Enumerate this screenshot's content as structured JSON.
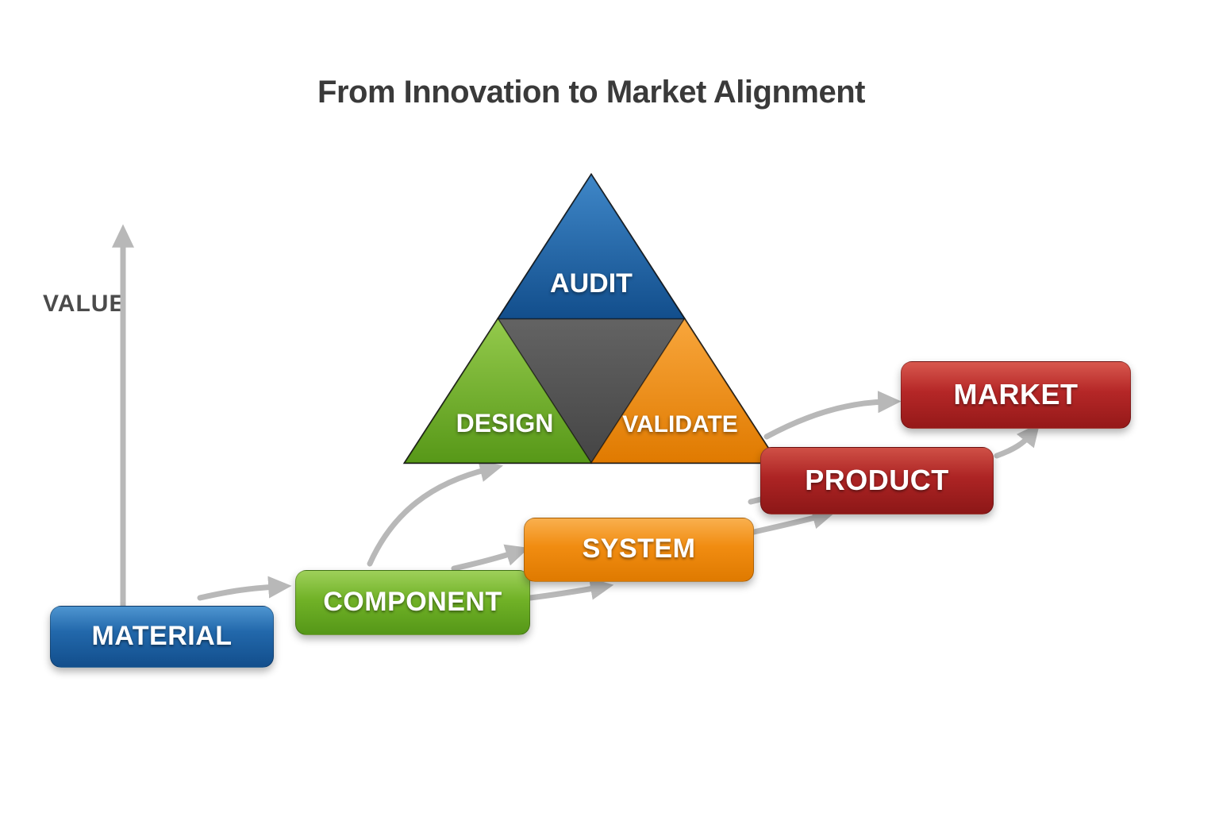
{
  "title": "From Innovation to Market Alignment",
  "title_color": "#3a3a3a",
  "axis": {
    "label": "VALUE",
    "color": "#b8b8b8"
  },
  "pyramid": {
    "segments": [
      {
        "id": "audit",
        "label": "AUDIT",
        "color": "#1f64a7"
      },
      {
        "id": "design",
        "label": "DESIGN",
        "color": "#71b227"
      },
      {
        "id": "validate",
        "label": "VALIDATE",
        "color": "#f18c11"
      },
      {
        "id": "center",
        "label": "",
        "color": "#575757"
      }
    ]
  },
  "steps": [
    {
      "label": "MATERIAL",
      "color": "#2268ab"
    },
    {
      "label": "COMPONENT",
      "color": "#71b227"
    },
    {
      "label": "SYSTEM",
      "color": "#f18c11"
    },
    {
      "label": "PRODUCT",
      "color": "#ad2424"
    },
    {
      "label": "MARKET",
      "color": "#b52727"
    }
  ],
  "arrows": {
    "color": "#b8b8b8",
    "connections": [
      "value-axis",
      "material-to-component",
      "component-to-pyramid",
      "component-to-system",
      "component-to-system-lower",
      "system-to-product",
      "system-to-product-lower",
      "pyramid-to-market",
      "product-to-market"
    ]
  }
}
